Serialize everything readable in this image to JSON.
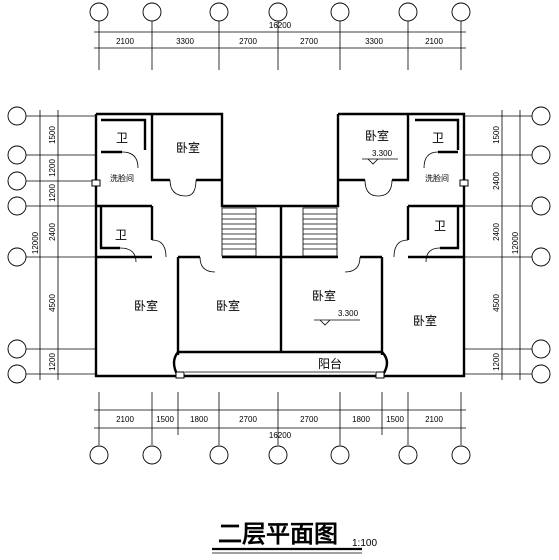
{
  "title": "二层平面图",
  "title_scale": "1:100",
  "top_dims": {
    "total": "16200",
    "segments": [
      "2100",
      "3300",
      "2700",
      "2700",
      "3300",
      "2100"
    ]
  },
  "bottom_dims": {
    "total": "16200",
    "segments": [
      "2100",
      "1500",
      "1800",
      "2700",
      "2700",
      "1800",
      "1500",
      "2100"
    ]
  },
  "left_dims": {
    "total": "12000",
    "segments": [
      "1500",
      "1200",
      "1200",
      "2400",
      "4500",
      "1200"
    ]
  },
  "right_dims": {
    "total": "12000",
    "segments": [
      "1500",
      "2400",
      "2400",
      "4500",
      "1200"
    ]
  },
  "rooms": {
    "wc_top_left": "卫",
    "bedroom_top_left": "卧室",
    "bedroom_top_right": "卧室",
    "wc_top_right": "卫",
    "washroom_left": "洗脸间",
    "washroom_right": "洗脸间",
    "wc_mid_left": "卫",
    "wc_mid_right": "卫",
    "bedroom_bottom_1": "卧室",
    "bedroom_bottom_2": "卧室",
    "bedroom_bottom_3": "卧室",
    "bedroom_bottom_4": "卧室",
    "balcony": "阳台"
  },
  "levels": {
    "upper_right": "3.300",
    "center": "3.300"
  }
}
